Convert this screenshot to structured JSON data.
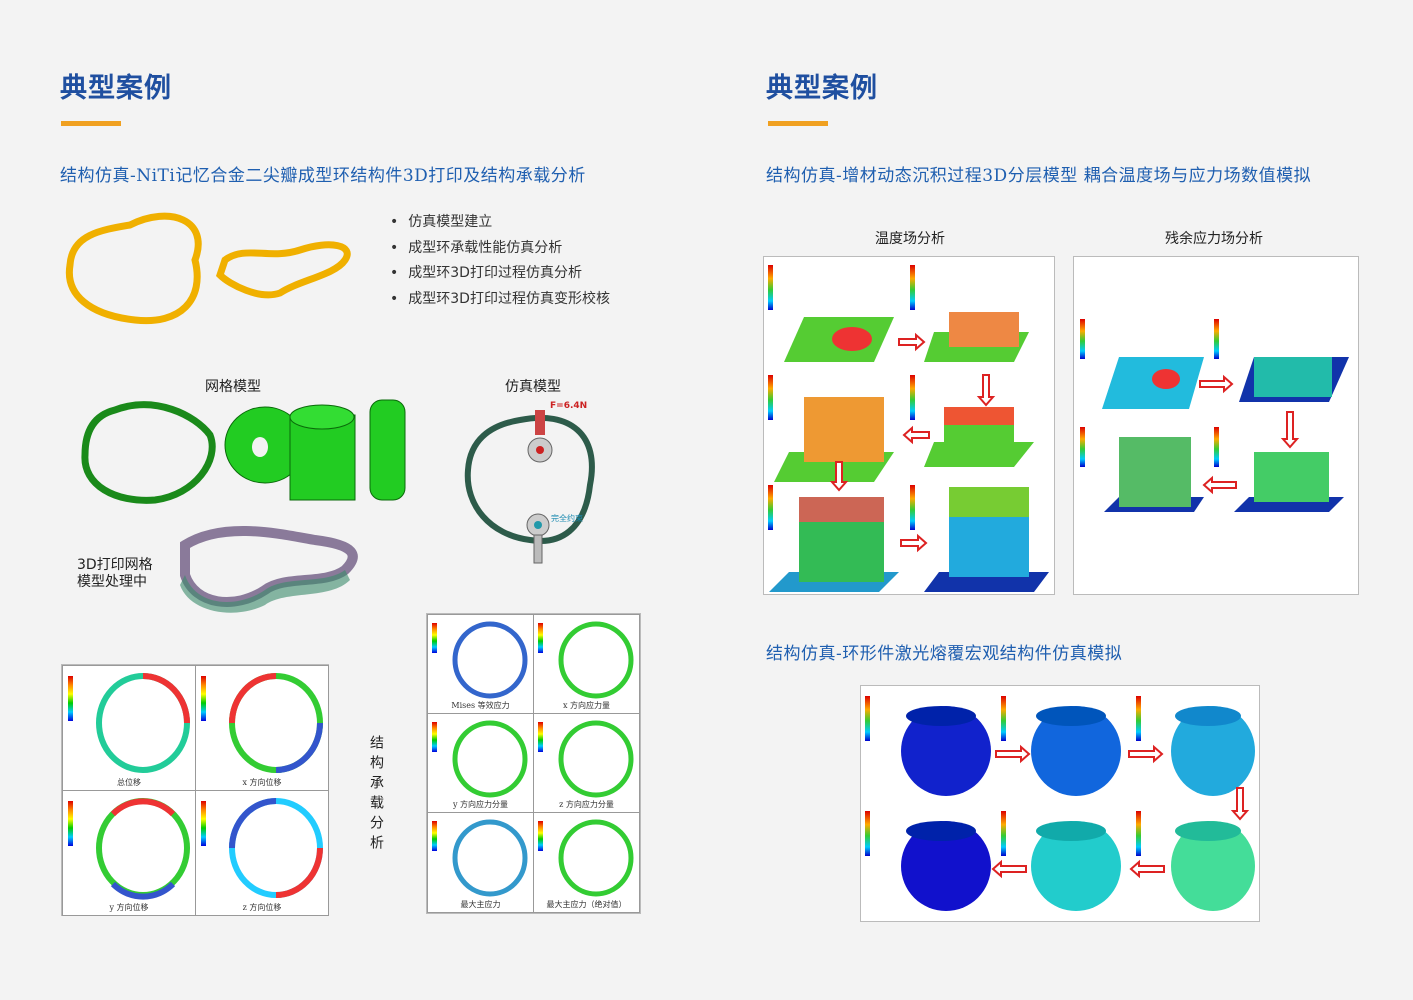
{
  "left": {
    "heading": "典型案例",
    "subtitle": "结构仿真-NiTi记忆合金二尖瓣成型环结构件3D打印及结构承载分析",
    "bullets": [
      "仿真模型建立",
      "成型环承载性能仿真分析",
      "成型环3D打印过程仿真分析",
      "成型环3D打印过程仿真变形校核"
    ],
    "mesh_label": "网格模型",
    "sim_label": "仿真模型",
    "force_label": "F=6.4N",
    "constraint_label": "完全约束",
    "print_label_line1": "3D打印网格",
    "print_label_line2": "模型处理中",
    "vertical_label": "结构承载分析",
    "disp_captions": [
      "总位移",
      "x 方向位移",
      "y 方向位移",
      "z 方向位移"
    ],
    "stress_captions": [
      "Mises 等效应力",
      "x 方向应力量",
      "y 方向应力分量",
      "z 方向应力分量",
      "最大主应力",
      "最大主应力（绝对值）"
    ]
  },
  "right": {
    "heading": "典型案例",
    "subtitle1": "结构仿真-增材动态沉积过程3D分层模型 耦合温度场与应力场数值模拟",
    "temp_label": "温度场分析",
    "residual_label": "残余应力场分析",
    "subtitle2": "结构仿真-环形件激光熔覆宏观结构件仿真模拟"
  },
  "colors": {
    "heading": "#1f4fa0",
    "subtitle": "#1f5fb0",
    "accent": "#f0a020"
  }
}
